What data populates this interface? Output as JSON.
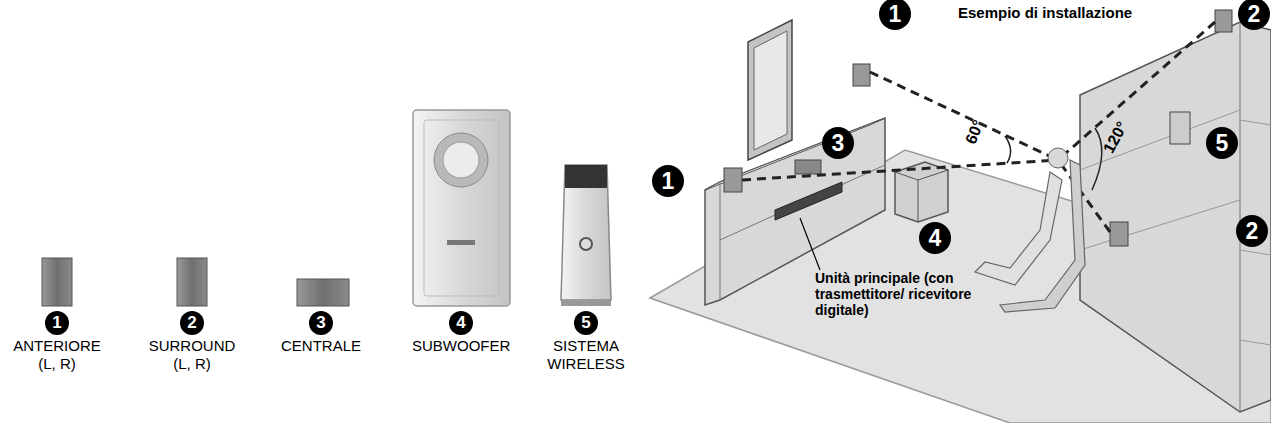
{
  "diagram": {
    "title": "Esempio di installazione",
    "labels": [
      "1",
      "ANTERIORE (L, R)",
      "2",
      "SURROUND (L, R)",
      "3",
      "CENTRALE",
      "4",
      "SUBWOOFER",
      "5",
      "SISTEMA WIRELESS",
      "1",
      "3",
      "1",
      "4",
      "60°",
      "120°",
      "2",
      "5",
      "2",
      "Unità principale (con trasmettitore/ ricevitore digitale)"
    ]
  }
}
